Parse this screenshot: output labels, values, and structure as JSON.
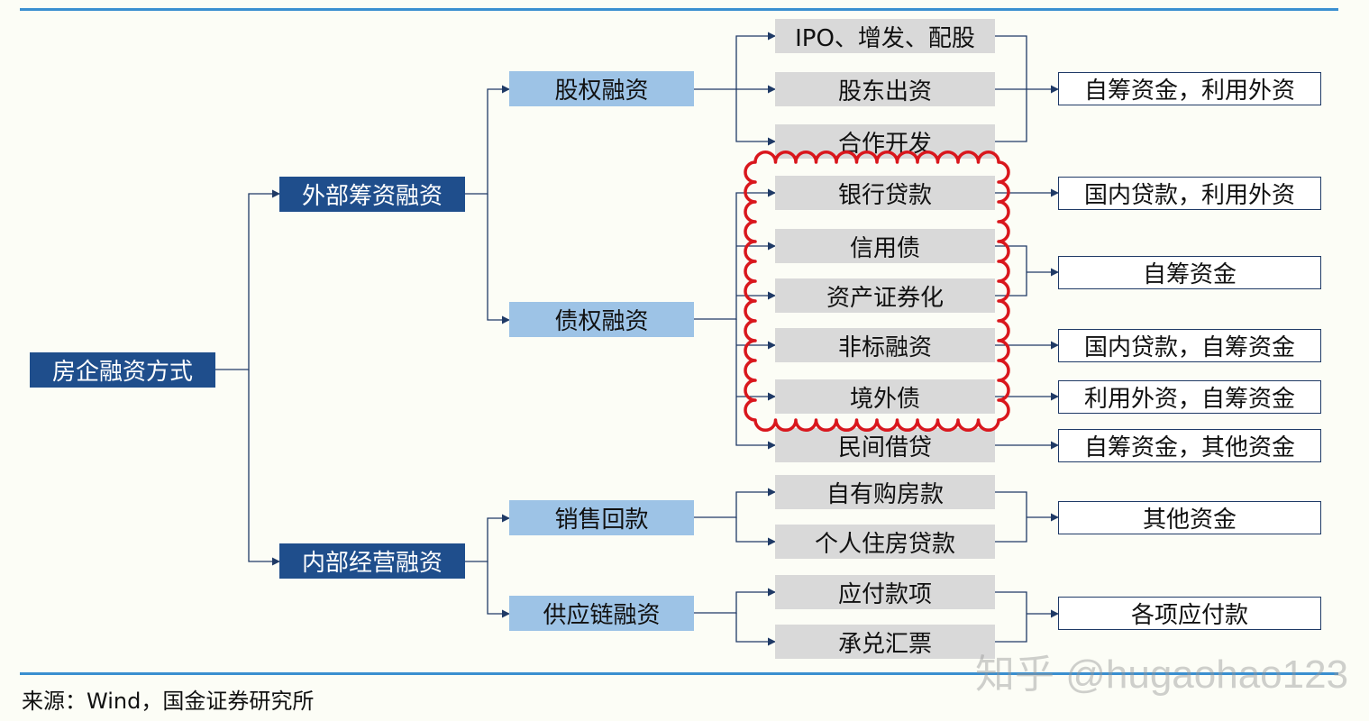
{
  "root": "房企融资方式",
  "level1": {
    "external": "外部筹资融资",
    "internal": "内部经营融资"
  },
  "level2": {
    "equity": "股权融资",
    "debt": "债权融资",
    "sales": "销售回款",
    "supply": "供应链融资"
  },
  "methods": {
    "ipo": "IPO、增发、配股",
    "shareholder": "股东出资",
    "coop": "合作开发",
    "bank": "银行贷款",
    "credit_bond": "信用债",
    "abs": "资产证券化",
    "nonstandard": "非标融资",
    "offshore": "境外债",
    "private": "民间借贷",
    "own_purchase": "自有购房款",
    "mortgage": "个人住房贷款",
    "payables": "应付款项",
    "acceptance": "承兑汇票"
  },
  "sources": {
    "s1": "自筹资金，利用外资",
    "s2": "国内贷款，利用外资",
    "s3": "自筹资金",
    "s4": "国内贷款，自筹资金",
    "s5": "利用外资，自筹资金",
    "s6": "自筹资金，其他资金",
    "s7": "其他资金",
    "s8": "各项应付款"
  },
  "source_note": "来源：Wind，国金证券研究所",
  "watermark": "知乎 @hugaohao123",
  "colors": {
    "dark": "#1f4e8c",
    "light": "#9dc3e6",
    "gray": "#d9d9d9",
    "line": "#1f3a66",
    "highlight": "#d9171d",
    "rule": "#3a8fd0"
  }
}
